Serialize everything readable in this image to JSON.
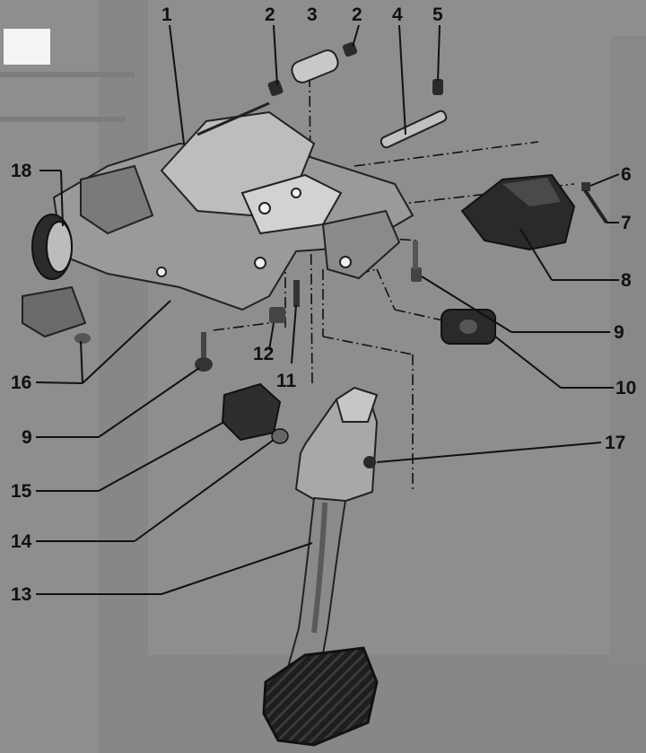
{
  "diagram": {
    "callouts": [
      {
        "id": "1",
        "label": "1"
      },
      {
        "id": "2a",
        "label": "2"
      },
      {
        "id": "3",
        "label": "3"
      },
      {
        "id": "2b",
        "label": "2"
      },
      {
        "id": "4",
        "label": "4"
      },
      {
        "id": "5",
        "label": "5"
      },
      {
        "id": "6",
        "label": "6"
      },
      {
        "id": "7",
        "label": "7"
      },
      {
        "id": "8",
        "label": "8"
      },
      {
        "id": "9a",
        "label": "9"
      },
      {
        "id": "10",
        "label": "10"
      },
      {
        "id": "18",
        "label": "18"
      },
      {
        "id": "16",
        "label": "16"
      },
      {
        "id": "12",
        "label": "12"
      },
      {
        "id": "11",
        "label": "11"
      },
      {
        "id": "9b",
        "label": "9"
      },
      {
        "id": "17",
        "label": "17"
      },
      {
        "id": "15",
        "label": "15"
      },
      {
        "id": "14",
        "label": "14"
      },
      {
        "id": "13",
        "label": "13"
      }
    ]
  },
  "colors": {
    "background": "#8e8e8e",
    "part_dark": "#2a2a2a",
    "part_mid": "#5a5a5a",
    "part_light": "#b8b8b8",
    "leader": "#111111"
  }
}
